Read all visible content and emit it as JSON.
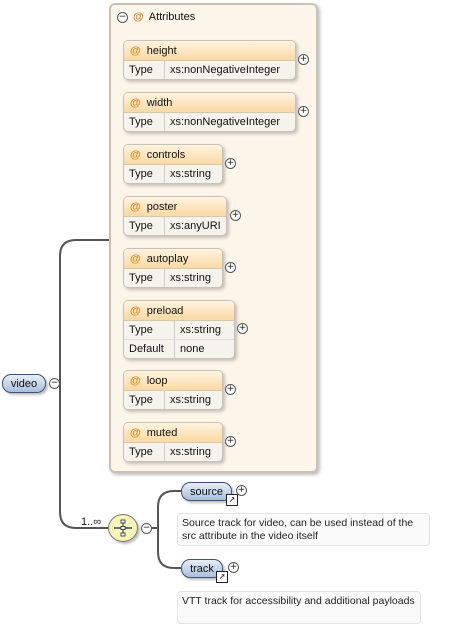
{
  "root": {
    "label": "video"
  },
  "attributes_group": {
    "title": "Attributes",
    "at_symbol": "@"
  },
  "attributes": [
    {
      "name": "height",
      "rows": [
        {
          "key": "Type",
          "value": "xs:nonNegativeInteger"
        }
      ]
    },
    {
      "name": "width",
      "rows": [
        {
          "key": "Type",
          "value": "xs:nonNegativeInteger"
        }
      ]
    },
    {
      "name": "controls",
      "rows": [
        {
          "key": "Type",
          "value": "xs:string"
        }
      ]
    },
    {
      "name": "poster",
      "rows": [
        {
          "key": "Type",
          "value": "xs:anyURI"
        }
      ]
    },
    {
      "name": "autoplay",
      "rows": [
        {
          "key": "Type",
          "value": "xs:string"
        }
      ]
    },
    {
      "name": "preload",
      "rows": [
        {
          "key": "Type",
          "value": "xs:string"
        },
        {
          "key": "Default",
          "value": "none"
        }
      ]
    },
    {
      "name": "loop",
      "rows": [
        {
          "key": "Type",
          "value": "xs:string"
        }
      ]
    },
    {
      "name": "muted",
      "rows": [
        {
          "key": "Type",
          "value": "xs:string"
        }
      ]
    }
  ],
  "sequence": {
    "cardinality": "1..∞"
  },
  "children": [
    {
      "name": "source",
      "doc": "Source track for video, can be used instead of the src attribute in the video itself"
    },
    {
      "name": "track",
      "doc": "VTT track for accessibility and additional payloads"
    }
  ],
  "glyphs": {
    "minus": "−",
    "plus": "+",
    "ref_arrow": "↗"
  },
  "colors": {
    "attr_header": "#fad9a4",
    "element_fill": "#a9bfdc",
    "group_bg": "#fcf5ea"
  }
}
